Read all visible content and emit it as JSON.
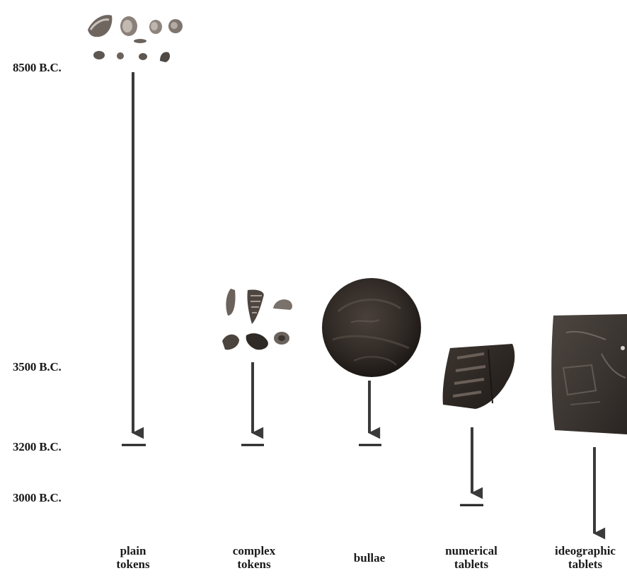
{
  "dates": {
    "d8500": "8500 B.C.",
    "d3500": "3500 B.C.",
    "d3200": "3200 B.C.",
    "d3000": "3000 B.C."
  },
  "columns": [
    {
      "key": "plain-tokens",
      "label_line1": "plain",
      "label_line2": "tokens"
    },
    {
      "key": "complex-tokens",
      "label_line1": "complex",
      "label_line2": "tokens"
    },
    {
      "key": "bullae",
      "label_line1": "bullae",
      "label_line2": ""
    },
    {
      "key": "numerical-tablets",
      "label_line1": "numerical",
      "label_line2": "tablets"
    },
    {
      "key": "ideographic-tablets",
      "label_line1": "ideographic",
      "label_line2": "tablets"
    }
  ],
  "colors": {
    "arrow": "#3a3a3a",
    "artifact_dark": "#2b2622",
    "artifact_mid": "#5b524a",
    "artifact_light": "#9a9088"
  }
}
